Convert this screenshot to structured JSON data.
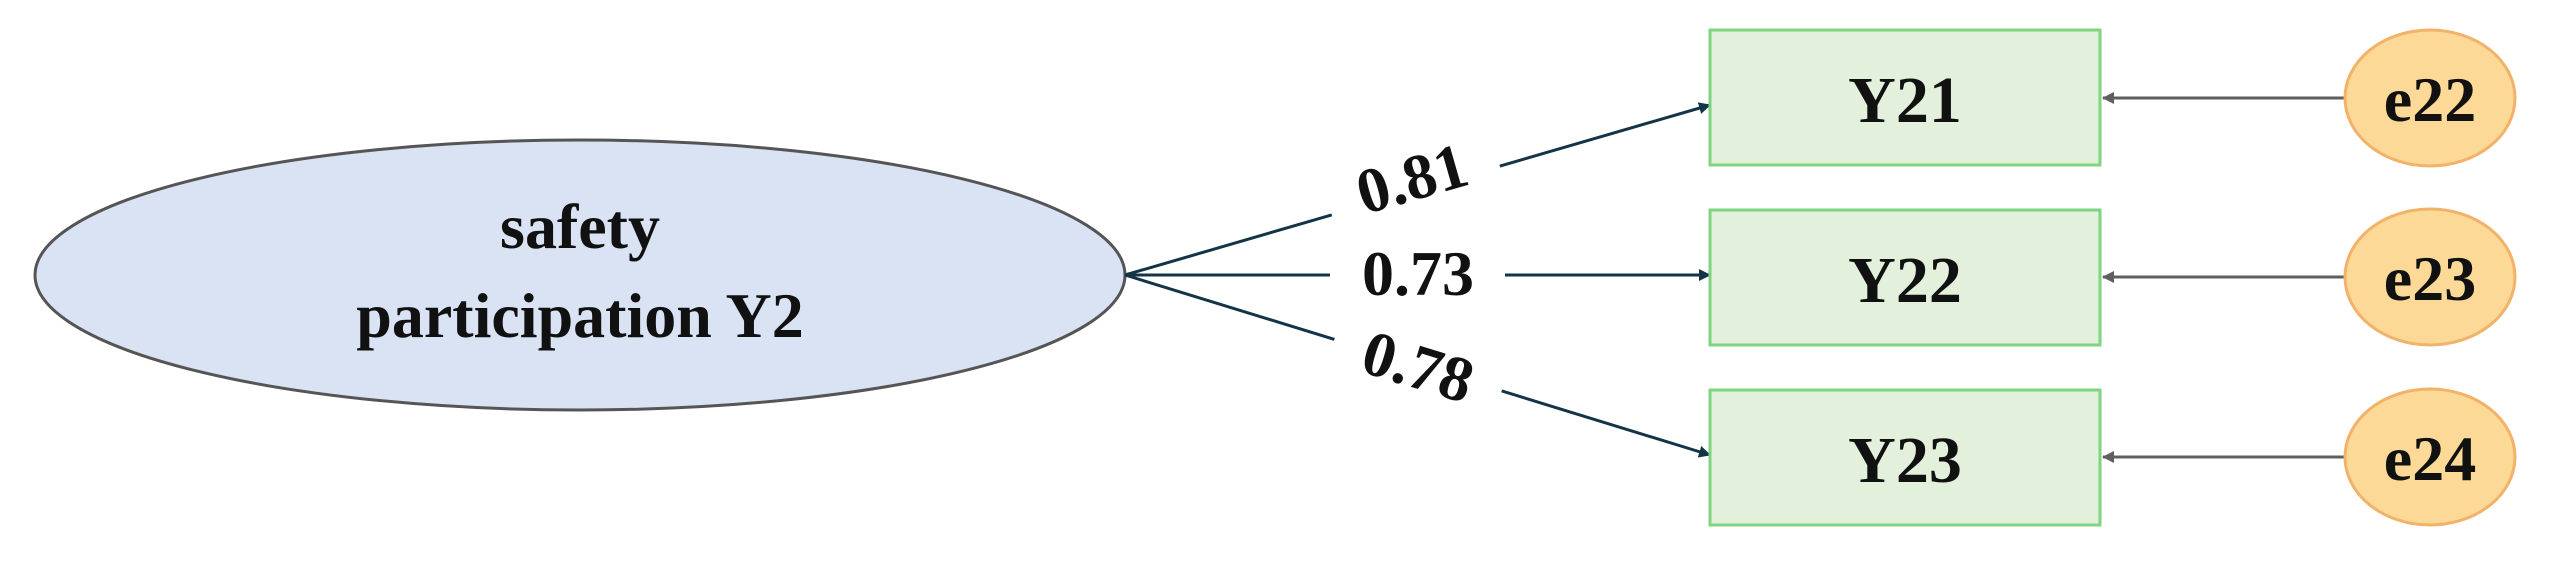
{
  "colors": {
    "latent_fill": "#d9e3f3",
    "latent_stroke": "#555555",
    "observed_fill": "#e3f1dc",
    "observed_stroke": "#7fd47f",
    "error_fill": "#fcd996",
    "error_stroke": "#f2b26a",
    "loading_arrow": "#163447",
    "error_arrow": "#5f5f5f"
  },
  "latent": {
    "label_line1": "safety",
    "label_line2": "participation Y2"
  },
  "indicators": [
    {
      "label": "Y21",
      "loading": "0.81",
      "error": "e22"
    },
    {
      "label": "Y22",
      "loading": "0.73",
      "error": "e23"
    },
    {
      "label": "Y23",
      "loading": "0.78",
      "error": "e24"
    }
  ]
}
